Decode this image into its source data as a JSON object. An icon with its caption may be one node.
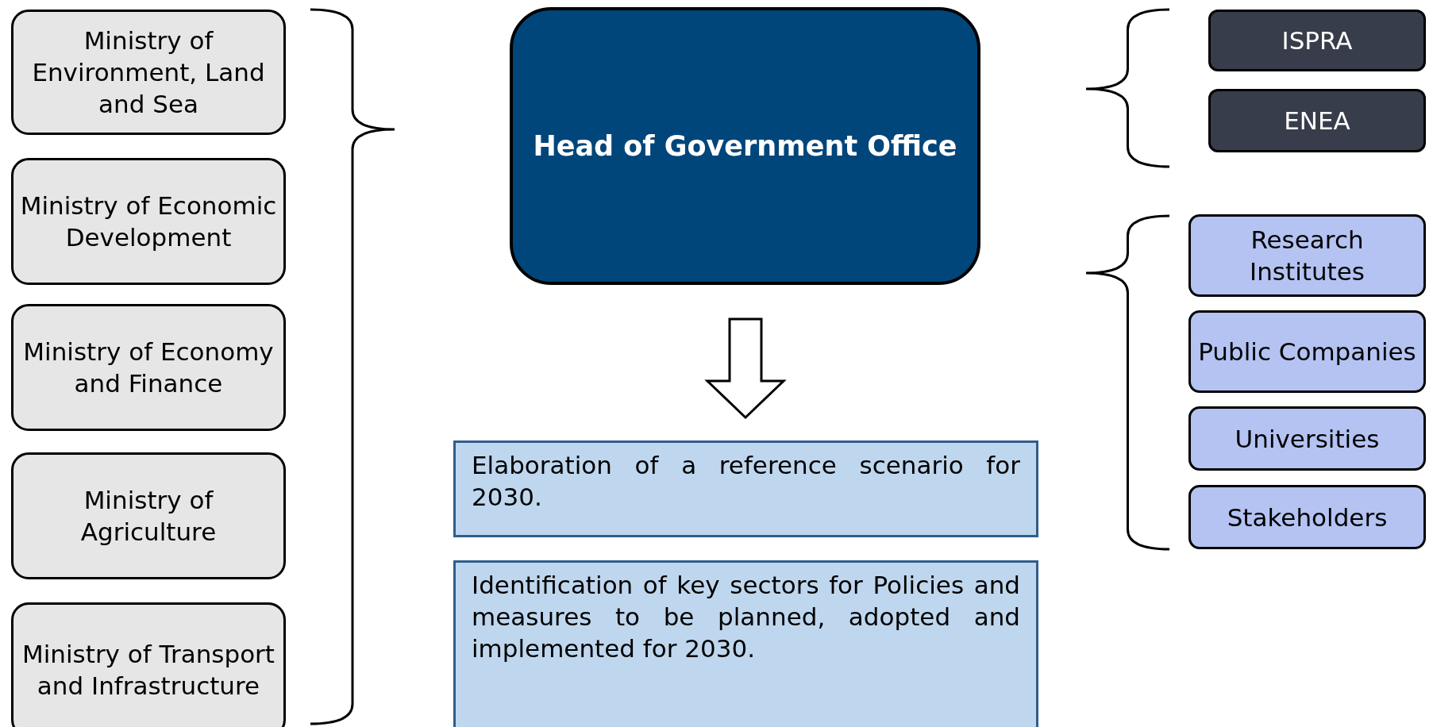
{
  "diagram": {
    "nodes": [
      {
        "text": [
          "Ministry of Environment, Land and Sea"
        ]
      },
      {
        "text": [
          "Ministry of Economic Development"
        ]
      },
      {
        "text": [
          "Ministry of Economy and Finance"
        ]
      },
      {
        "text": [
          "Ministry of Agriculture"
        ]
      },
      {
        "text": [
          "Ministry of Transport and Infrastructure"
        ]
      },
      {
        "text": [
          "Head of Government Office"
        ]
      },
      {
        "text": [
          "Elaboration of a reference scenario for 2030."
        ]
      },
      {
        "text": [
          "Identification of key sectors for Policies and measures to be planned, adopted and implemented for 2030."
        ]
      },
      {
        "text": [
          "ISPRA"
        ]
      },
      {
        "text": [
          "ENEA"
        ]
      },
      {
        "text": [
          "Research Institutes"
        ]
      },
      {
        "text": [
          "Public Companies"
        ]
      },
      {
        "text": [
          "Universities"
        ]
      },
      {
        "text": [
          "Stakeholders"
        ]
      }
    ],
    "edges": [
      {
        "from": 5,
        "to": 6,
        "arrow": "to"
      }
    ]
  }
}
